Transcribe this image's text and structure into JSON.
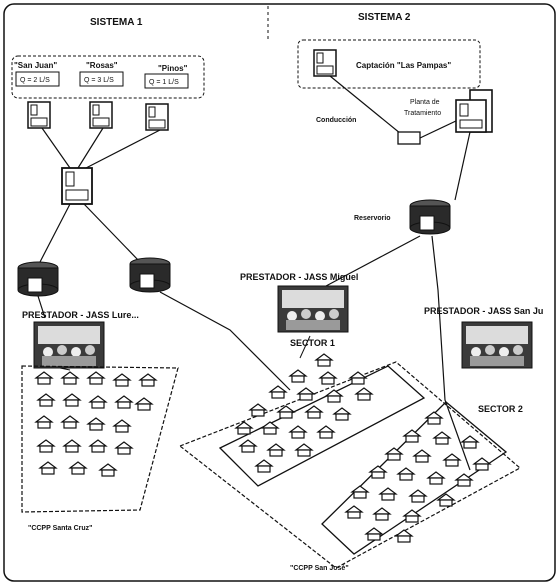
{
  "systems": {
    "s1": {
      "title": "SISTEMA 1"
    },
    "s2": {
      "title": "SISTEMA 2"
    }
  },
  "sources": [
    {
      "name": "\"San Juan\"",
      "flow": "Q = 2 L/S"
    },
    {
      "name": "\"Rosas\"",
      "flow": "Q = 3 L/S"
    },
    {
      "name": "\"Pinos\"",
      "flow": "Q = 1 L/S"
    }
  ],
  "captacion": "Captación \"Las Pampas\"",
  "conduccion": "Conducción",
  "planta": {
    "line1": "Planta de",
    "line2": "Tratamiento"
  },
  "reservorio": "Reservorio",
  "prestadores": [
    {
      "label": "PRESTADOR - JASS Lure..."
    },
    {
      "label": "PRESTADOR - JASS Miguel"
    },
    {
      "label": "PRESTADOR - JASS San Ju"
    }
  ],
  "sectors": {
    "s1": "SECTOR 1",
    "s2": "SECTOR 2"
  },
  "ccpp": {
    "santa_cruz": "\"CCPP Santa Cruz\"",
    "san_jose": "\"CCPP San José\""
  },
  "colors": {
    "ink": "#111111",
    "house": "#ffffff",
    "tank": "#2a2a2a"
  },
  "icons": [
    "catchment-box-icon",
    "tank-icon",
    "treatment-plant-icon",
    "house-icon",
    "meeting-photo"
  ]
}
